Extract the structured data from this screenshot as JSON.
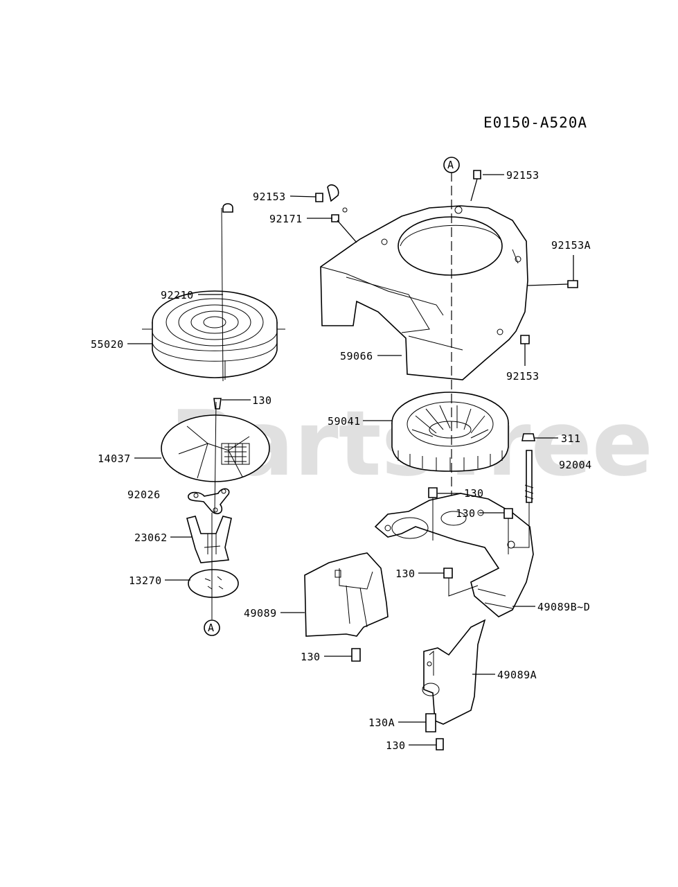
{
  "diagram_code": "E0150-A520A",
  "watermark": "PartsTree",
  "reference_marker": "A",
  "labels": {
    "p92153_top": "92153",
    "p92153_left": "92153",
    "p92171": "92171",
    "p92153A": "92153A",
    "p92210": "92210",
    "p55020": "55020",
    "p59066": "59066",
    "p92153_low": "92153",
    "p130_a": "130",
    "p59041": "59041",
    "p311": "311",
    "p92004": "92004",
    "p14037": "14037",
    "p92026": "92026",
    "p130_b": "130",
    "p130_c": "130",
    "p23062": "23062",
    "p130_d": "130",
    "p13270": "13270",
    "p49089": "49089",
    "p49089BD": "49089B~D",
    "p130_e": "130",
    "p49089A": "49089A",
    "p130A": "130A",
    "p130_f": "130"
  }
}
